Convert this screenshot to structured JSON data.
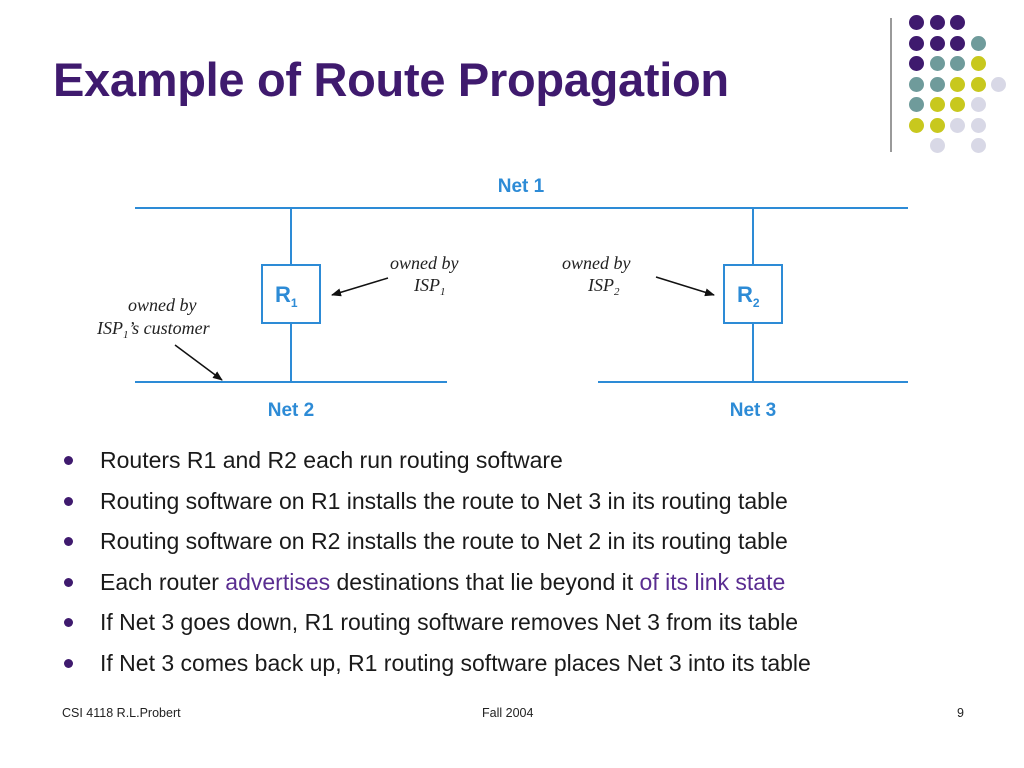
{
  "slide": {
    "title": "Example of Route Propagation",
    "colors": {
      "title": "#3f1a6e",
      "network": "#2d8bd6",
      "highlight": "#5a2d91",
      "dot_purple": "#3f1a6e",
      "dot_teal": "#6f9b9b",
      "dot_olive": "#c8c81e",
      "dot_lavender": "#d8d8e6"
    }
  },
  "decoration": {
    "dot_grid": [
      [
        "purple",
        "purple",
        "purple",
        null
      ],
      [
        "purple",
        "purple",
        "purple",
        "teal"
      ],
      [
        "purple",
        "teal",
        "teal",
        "olive"
      ],
      [
        "teal",
        "teal",
        "olive",
        "olive",
        "lavender"
      ],
      [
        "teal",
        "olive",
        "olive",
        "lavender"
      ],
      [
        "olive",
        "olive",
        "lavender",
        "lavender"
      ],
      [
        null,
        "lavender",
        null,
        "lavender"
      ]
    ]
  },
  "diagram": {
    "net1_label": "Net 1",
    "net2_label": "Net 2",
    "net3_label": "Net 3",
    "router1": {
      "letter": "R",
      "sub": "1"
    },
    "router2": {
      "letter": "R",
      "sub": "2"
    },
    "note_isp1": {
      "line1": "owned by",
      "line2": "ISP",
      "line2_sub": "1"
    },
    "note_isp2": {
      "line1": "owned by",
      "line2": "ISP",
      "line2_sub": "2"
    },
    "note_customer": {
      "line1": "owned by",
      "line2_a": "ISP",
      "line2_sub": "1",
      "line2_b": "’s customer"
    }
  },
  "bullets": [
    {
      "text": "Routers R1 and R2 each run routing software"
    },
    {
      "text": "Routing software on R1 installs the route to Net 3 in its routing table"
    },
    {
      "text": "Routing software on R2 installs the route to Net 2 in its routing table"
    },
    {
      "parts": [
        "Each router ",
        "advertises",
        " destinations that lie beyond it ",
        "of its link state"
      ]
    },
    {
      "text": "If Net 3 goes down, R1 routing software removes Net 3 from its table"
    },
    {
      "text": "If Net 3 comes back up, R1 routing software places Net 3 into its table"
    }
  ],
  "footer": {
    "left": "CSI 4118 R.L.Probert",
    "center": "Fall 2004",
    "right": "9"
  }
}
